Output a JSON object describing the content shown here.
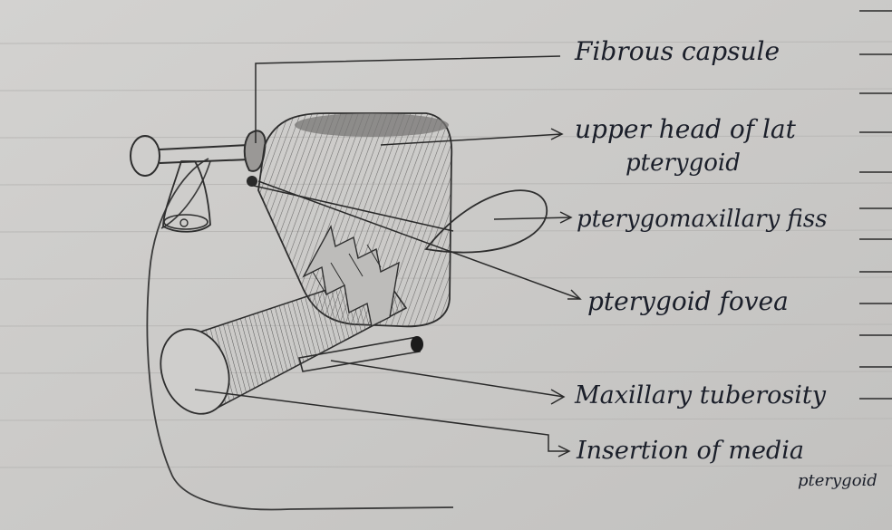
{
  "diagram": {
    "labels": {
      "fibrous_capsule": "Fibrous capsule",
      "upper_head_line1": "upper head of lat",
      "upper_head_line2": "pterygoid",
      "pterygomaxillary": "pterygomaxillary fiss",
      "pterygoid_fovea": "pterygoid fovea",
      "maxillary_tuberosity": "Maxillary tuberosity",
      "insertion_line1": "Insertion of media",
      "insertion_line2": "pterygoid"
    },
    "colors": {
      "paper": "#d6d5d3",
      "ink_pencil": "#3a3a3a",
      "ink_pen": "#1b1f2a",
      "shade": "#8a8886"
    }
  }
}
